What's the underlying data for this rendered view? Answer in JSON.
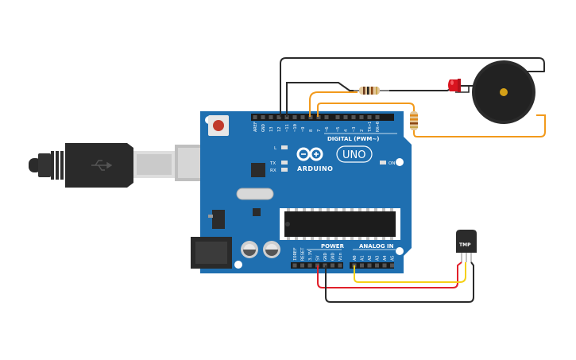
{
  "board": {
    "brand": "ARDUINO",
    "model": "UNO",
    "digital_header": "DIGITAL (PWM~)",
    "power_header": "POWER",
    "analog_header": "ANALOG IN",
    "led_on": "ON",
    "led_l": "L",
    "led_tx": "TX",
    "led_rx": "RX",
    "digital_pins": [
      "AREF",
      "GND",
      "13",
      "12",
      "~11",
      "~10",
      "~9",
      "8",
      "7",
      "~6",
      "~5",
      "4",
      "~3",
      "2",
      "TX→1",
      "RX←0"
    ],
    "power_pins": [
      "IOREF",
      "RESET",
      "3.3V",
      "5V",
      "GND",
      "GND",
      "Vin"
    ],
    "analog_pins": [
      "A0",
      "A1",
      "A2",
      "A3",
      "A4",
      "A5"
    ]
  },
  "sensor": {
    "label": "TMP"
  },
  "colors": {
    "board": "#1f6fb0",
    "wire_black": "#2a2a2a",
    "wire_orange": "#f29a1c",
    "wire_red": "#e1202a",
    "wire_yellow": "#f5d016",
    "led": "#d9141f"
  },
  "components": [
    "usb-cable",
    "arduino-uno-board",
    "resistor",
    "led",
    "piezo-buzzer",
    "temperature-sensor"
  ]
}
